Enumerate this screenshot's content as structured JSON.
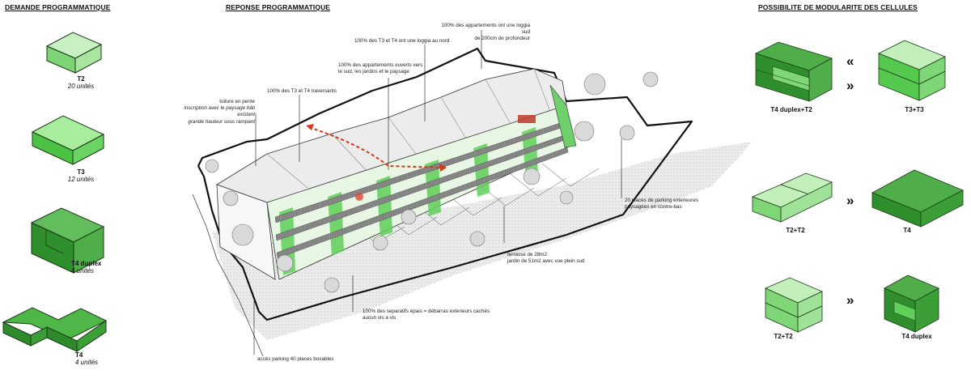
{
  "headings": {
    "demande": "DEMANDE PROGRAMMATIQUE",
    "reponse": "REPONSE PROGRAMMATIQUE",
    "modularite": "POSSIBILITE DE MODULARITE DES CELLULES"
  },
  "demande": [
    {
      "name": "T2",
      "units": "20 unités"
    },
    {
      "name": "T3",
      "units": "12 unités"
    },
    {
      "name": "T4 duplex",
      "units": "4 unités"
    },
    {
      "name": "T4",
      "units": "4 unités"
    }
  ],
  "annotations": {
    "loggia_sud_1": "100% des appartements ont une loggia sud",
    "loggia_sud_2": "de 200cm de profondeur",
    "loggia_nord": "100% des T3 et T4 ont une loggia au nord",
    "ouverts_1": "100% des appartements ouverts vers",
    "ouverts_2": "le sud, les jardins et le paysage",
    "traversants": "100% des T3 et T4 traversants",
    "toiture_1": "toiture en pente",
    "toiture_2": "inscription avec le paysage bâti existant",
    "toiture_3": "grande hauteur sous rampant",
    "parking_ext_1": "20 places de parking exterieures",
    "parking_ext_2": "paysagées en contre-bas",
    "terrasse_1": "terrasse de 28m2",
    "terrasse_2": "jardin de 51m2 avec vue plein sud",
    "separatifs_1": "100% des separatifs épais = débarras exterieurs cachés",
    "separatifs_2": "aucun vis a vis",
    "acces": "accès  parking 40 places boxables"
  },
  "modularite": {
    "row1_left": "T4 duplex+T2",
    "row1_right": "T3+T3",
    "row1_arrow_top": "«",
    "row1_arrow_bottom": "»",
    "row2_left": "T2+T2",
    "row2_right": "T4",
    "row2_arrow": "»",
    "row3_left": "T2+T2",
    "row3_right": "T4 duplex",
    "row3_arrow": "»"
  },
  "colors": {
    "light_green": "#a8e6a0",
    "mid_green": "#5fcf5a",
    "dark_green": "#2f8f2c",
    "accent_red": "#d8361a"
  }
}
